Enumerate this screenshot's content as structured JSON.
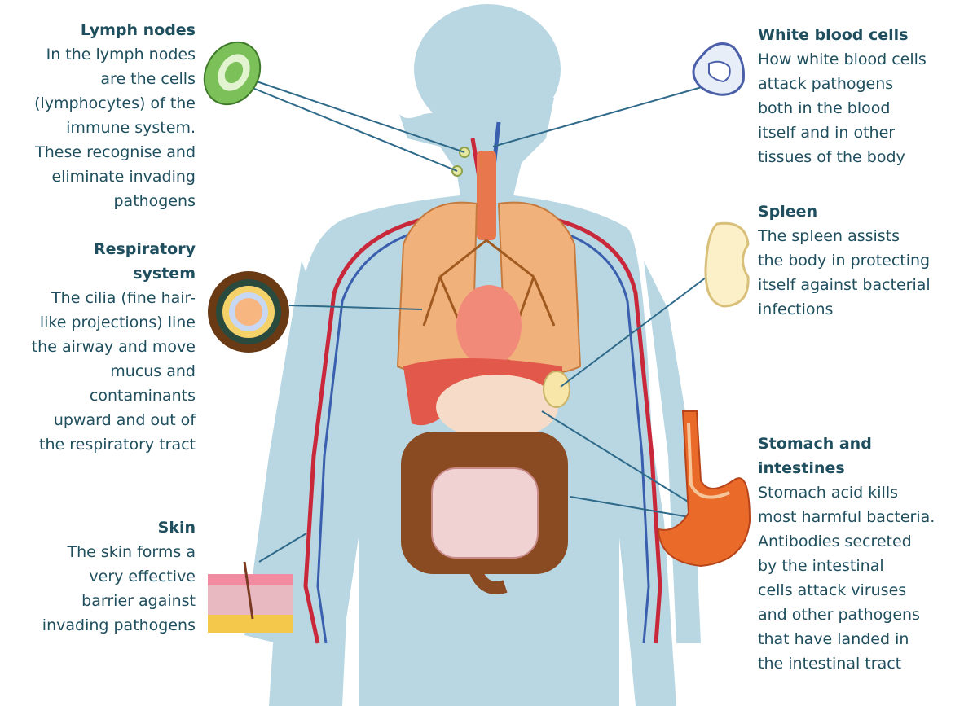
{
  "labels": {
    "lymph_nodes": {
      "title": "Lymph nodes",
      "body": "In the lymph nodes\nare the cells\n(lymphocytes) of the\nimmune system.\nThese recognise and\neliminate invading\npathogens"
    },
    "respiratory": {
      "title": "Respiratory\nsystem",
      "body": "The cilia (fine hair-\nlike projections) line\nthe airway and move\nmucus and\ncontaminants\nupward and out of\nthe respiratory tract"
    },
    "skin": {
      "title": "Skin",
      "body": "The skin forms a\nvery effective\nbarrier against\ninvading pathogens"
    },
    "white_blood_cells": {
      "title": "White blood cells",
      "body": "How white blood cells\nattack pathogens\nboth in the blood\nitself and in other\ntissues of the body"
    },
    "spleen": {
      "title": "Spleen",
      "body": "The spleen assists\nthe body in protecting\nitself against bacterial\ninfections"
    },
    "stomach": {
      "title": "Stomach and\nintestines",
      "body": "Stomach acid kills\nmost harmful bacteria.\nAntibodies secreted\nby the intestinal\ncells attack viruses\nand other pathogens\nthat have landed in\nthe intestinal tract"
    }
  },
  "colors": {
    "text": "#1f4f5e",
    "body_silhouette": "#b9d7e2",
    "leader_line": "#2f6a8a",
    "artery": "#c8283a",
    "vein": "#3a5fae",
    "lung": "#f0b27a",
    "liver": "#e2584a",
    "intestine": "#8a4a22",
    "spleen": "#f7e6a8"
  }
}
